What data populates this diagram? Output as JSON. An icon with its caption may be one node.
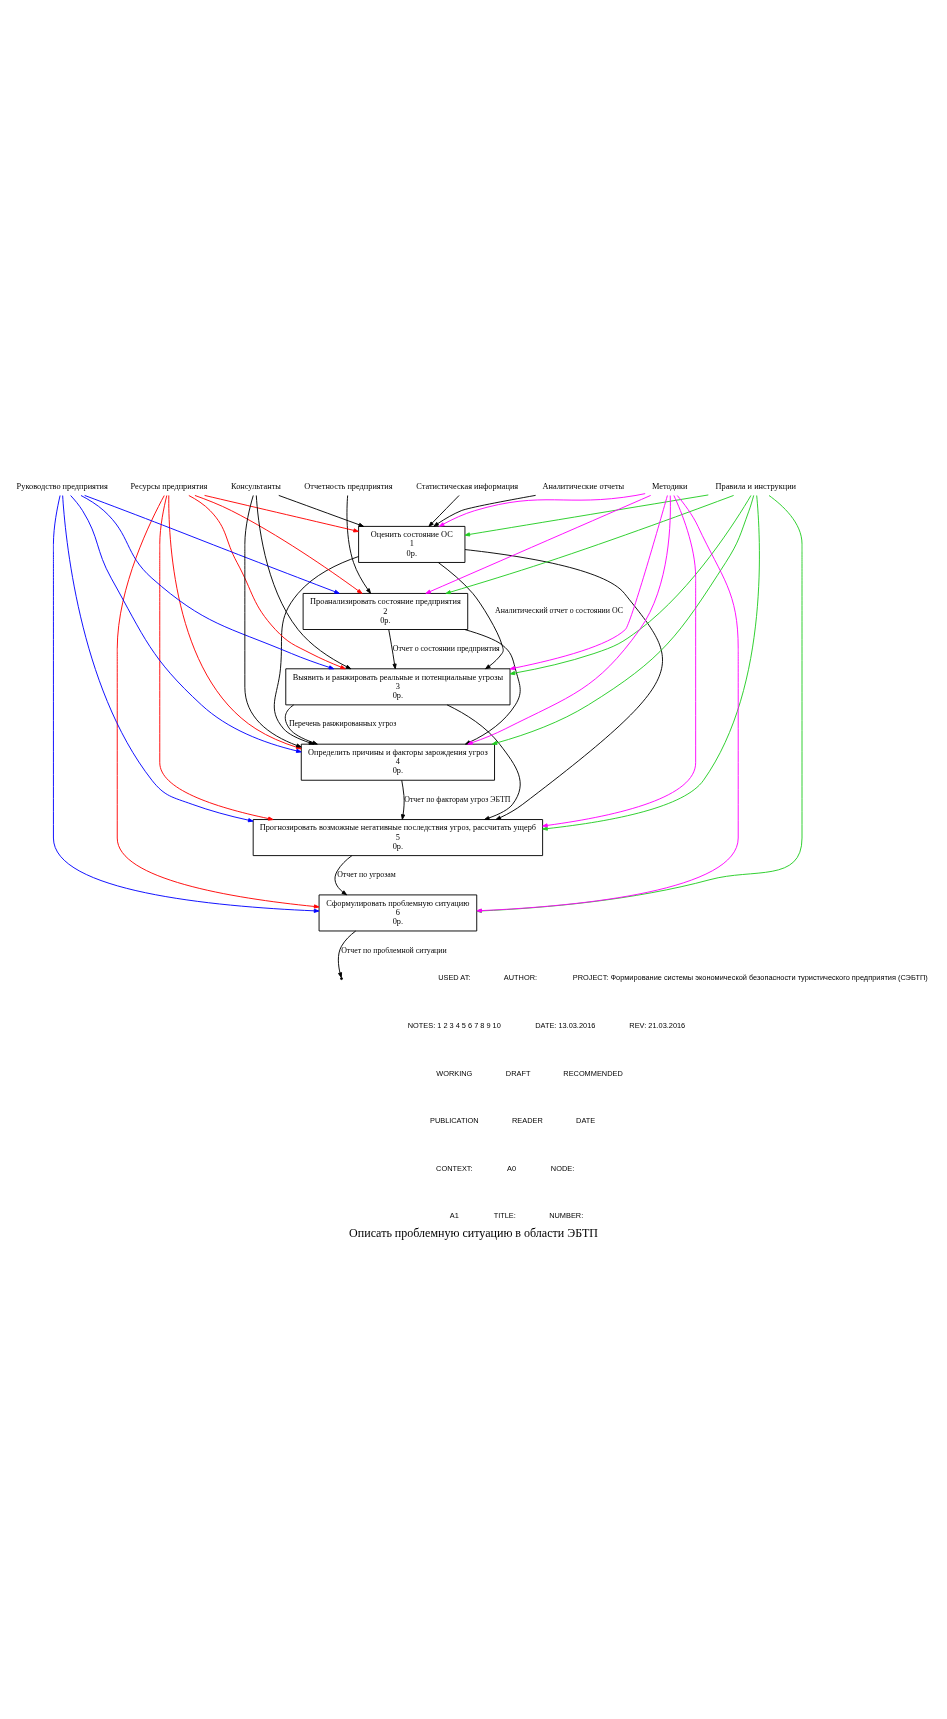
{
  "diagram": {
    "title": "Описать проблемную ситуацию в области ЭБТП",
    "nodes": [
      {
        "text": [
          "Оценить состояние ОС",
          "1",
          "0р."
        ]
      },
      {
        "text": [
          "Проанализировать состояние предприятия",
          "2",
          "0р."
        ]
      },
      {
        "text": [
          "Выявить и ранжировать реальные и потенциальные угрозы",
          "3",
          "0р."
        ]
      },
      {
        "text": [
          "Определить причины и факторы зарождения угроз",
          "4",
          "0р."
        ]
      },
      {
        "text": [
          "Прогнозировать возможные негативные последствия угроз, рассчитать ущерб",
          "5",
          "0р."
        ]
      },
      {
        "text": [
          "Сформулировать проблемную ситуацию",
          "6",
          "0р."
        ]
      },
      {
        "text": [
          "Статистическая информация"
        ]
      },
      {
        "text": [
          "Аналитические отчеты"
        ]
      },
      {
        "text": [
          "Отчетность предприятия"
        ]
      },
      {
        "text": [
          "Правила и инструкции"
        ]
      },
      {
        "text": [
          "Методики"
        ]
      },
      {
        "text": [
          "Ресурсы предприятия"
        ]
      },
      {
        "text": [
          "Руководство предприятия"
        ]
      },
      {
        "text": [
          "Консультанты"
        ]
      }
    ],
    "edges": [
      {
        "from": 6,
        "to": 0,
        "arrow": "to"
      },
      {
        "from": 7,
        "to": 0,
        "arrow": "to"
      },
      {
        "from": 8,
        "to": 1,
        "arrow": "to"
      },
      {
        "from": 9,
        "to": 0,
        "arrow": "to",
        "color": "#22cc22"
      },
      {
        "from": 9,
        "to": 1,
        "arrow": "to",
        "color": "#22cc22"
      },
      {
        "from": 9,
        "to": 2,
        "arrow": "to",
        "color": "#22cc22"
      },
      {
        "from": 9,
        "to": 3,
        "arrow": "to",
        "color": "#22cc22"
      },
      {
        "from": 9,
        "to": 4,
        "arrow": "to",
        "color": "#22cc22"
      },
      {
        "from": 9,
        "to": 5,
        "arrow": "to",
        "color": "#22cc22"
      },
      {
        "from": 10,
        "to": 0,
        "arrow": "to",
        "color": "#ff00ff"
      },
      {
        "from": 10,
        "to": 1,
        "arrow": "to",
        "color": "#ff00ff"
      },
      {
        "from": 10,
        "to": 2,
        "arrow": "to",
        "color": "#ff00ff"
      },
      {
        "from": 10,
        "to": 3,
        "arrow": "to",
        "color": "#ff00ff"
      },
      {
        "from": 10,
        "to": 4,
        "arrow": "to",
        "color": "#ff00ff"
      },
      {
        "from": 10,
        "to": 5,
        "arrow": "to",
        "color": "#ff00ff"
      },
      {
        "from": 11,
        "to": 0,
        "arrow": "to",
        "color": "#ff0000"
      },
      {
        "from": 11,
        "to": 1,
        "arrow": "to",
        "color": "#ff0000"
      },
      {
        "from": 11,
        "to": 2,
        "arrow": "to",
        "color": "#ff0000"
      },
      {
        "from": 11,
        "to": 3,
        "arrow": "to",
        "color": "#ff0000"
      },
      {
        "from": 11,
        "to": 4,
        "arrow": "to",
        "color": "#ff0000"
      },
      {
        "from": 11,
        "to": 5,
        "arrow": "to",
        "color": "#ff0000"
      },
      {
        "from": 12,
        "to": 1,
        "arrow": "to",
        "color": "#0000ff"
      },
      {
        "from": 12,
        "to": 2,
        "arrow": "to",
        "color": "#0000ff"
      },
      {
        "from": 12,
        "to": 3,
        "arrow": "to",
        "color": "#0000ff"
      },
      {
        "from": 12,
        "to": 4,
        "arrow": "to",
        "color": "#0000ff"
      },
      {
        "from": 12,
        "to": 5,
        "arrow": "to",
        "color": "#0000ff"
      },
      {
        "from": 13,
        "to": 0,
        "arrow": "to"
      },
      {
        "from": 13,
        "to": 2,
        "arrow": "to"
      },
      {
        "from": 13,
        "to": 3,
        "arrow": "to"
      },
      {
        "from": 0,
        "to": 2,
        "arrow": "to",
        "label": "Аналитический отчет о состоянии ОС"
      },
      {
        "from": 0,
        "to": 3,
        "arrow": "to"
      },
      {
        "from": 0,
        "to": 4,
        "arrow": "to"
      },
      {
        "from": 1,
        "to": 2,
        "arrow": "to",
        "label": "Отчет о состоянии предприятия"
      },
      {
        "from": 1,
        "to": 3,
        "arrow": "to"
      },
      {
        "from": 2,
        "to": 3,
        "arrow": "to",
        "label": "Перечень ранжированных угроз"
      },
      {
        "from": 2,
        "to": 4,
        "arrow": "to"
      },
      {
        "from": 3,
        "to": 4,
        "arrow": "to",
        "label": "Отчет по факторам угроз ЭБТП"
      },
      {
        "from": 4,
        "to": 5,
        "arrow": "to",
        "label": "Отчет по угрозам"
      },
      {
        "from": 5,
        "to": null,
        "arrow": "to",
        "label": "Отчет по проблемной ситуации"
      }
    ],
    "labels": [
      "USED AT:",
      "AUTHOR:",
      "PROJECT: Формирование системы экономической безопасности туристического предприятия (СЭБТП)",
      "NOTES: 1 2 3 4 5 6 7 8 9 10",
      "DATE: 13.03.2016",
      "REV: 21.03.2016",
      "WORKING",
      "DRAFT",
      "RECOMMENDED",
      "PUBLICATION",
      "READER",
      "DATE",
      "CONTEXT:",
      "A0",
      "NODE:",
      "A1",
      "TITLE:",
      "NUMBER:"
    ]
  }
}
